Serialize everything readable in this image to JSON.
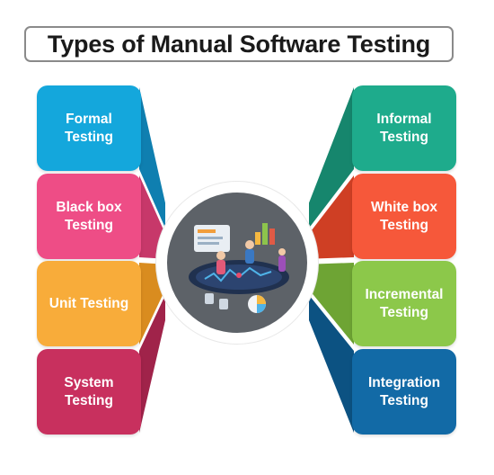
{
  "title": "Types of Manual Software Testing",
  "left_items": [
    {
      "line1": "Formal",
      "line2": "Testing",
      "color": "#14a7dc",
      "shade": "#0f7fb0"
    },
    {
      "line1": "Black box",
      "line2": "Testing",
      "color": "#ee4d86",
      "shade": "#c7386a"
    },
    {
      "line1": "Unit Testing",
      "line2": "",
      "color": "#f8ac3a",
      "shade": "#d98c1f"
    },
    {
      "line1": "System",
      "line2": "Testing",
      "color": "#c8305e",
      "shade": "#a0234a"
    }
  ],
  "right_items": [
    {
      "line1": "Informal",
      "line2": "Testing",
      "color": "#1eab8c",
      "shade": "#16866d"
    },
    {
      "line1": "White box",
      "line2": "Testing",
      "color": "#f6583a",
      "shade": "#cf3f24"
    },
    {
      "line1": "Incremental",
      "line2": "Testing",
      "color": "#8cc84a",
      "shade": "#6ea434"
    },
    {
      "line1": "Integration",
      "line2": "Testing",
      "color": "#126aa6",
      "shade": "#0c5282"
    }
  ],
  "hub": {
    "icon": "team-analytics-illustration"
  }
}
